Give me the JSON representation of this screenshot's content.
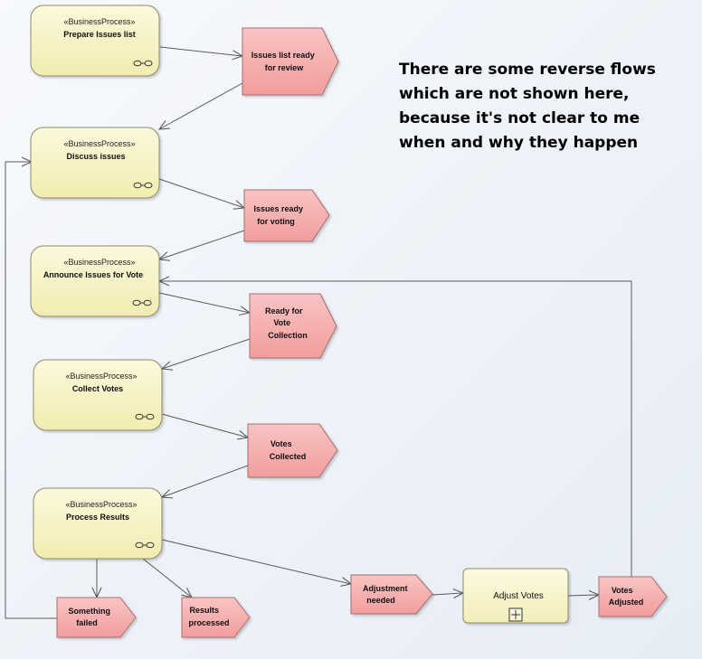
{
  "stereotype": "«BusinessProcess»",
  "processes": [
    {
      "id": "p1",
      "name": "Prepare Issues list"
    },
    {
      "id": "p2",
      "name": "Discuss issues"
    },
    {
      "id": "p3",
      "name": "Announce Issues for Vote"
    },
    {
      "id": "p4",
      "name": "Collect Votes"
    },
    {
      "id": "p5",
      "name": "Process Results"
    }
  ],
  "activity": {
    "id": "a1",
    "name": "Adjust Votes"
  },
  "events": [
    {
      "id": "e1",
      "lines": [
        "Issues list ready",
        "for review"
      ]
    },
    {
      "id": "e2",
      "lines": [
        "Issues ready",
        "for voting"
      ]
    },
    {
      "id": "e3",
      "lines": [
        "Ready for",
        "Vote",
        "Collection"
      ]
    },
    {
      "id": "e4",
      "lines": [
        "Votes",
        "Collected"
      ]
    },
    {
      "id": "e5",
      "lines": [
        "Adjustment",
        "needed"
      ]
    },
    {
      "id": "e6",
      "lines": [
        "Votes",
        "Adjusted"
      ]
    },
    {
      "id": "e7",
      "lines": [
        "Something",
        "failed"
      ]
    },
    {
      "id": "e8",
      "lines": [
        "Results",
        "processed"
      ]
    }
  ],
  "note": "There are some reverse flows which are not shown here, because it's not clear to me when and why they happen",
  "colors": {
    "process_fill": "#f8f4c2",
    "process_stroke": "#8c8c6e",
    "event_fill": "#f6aeae",
    "event_stroke": "#a36f6f",
    "connector": "#5a5a5a"
  }
}
